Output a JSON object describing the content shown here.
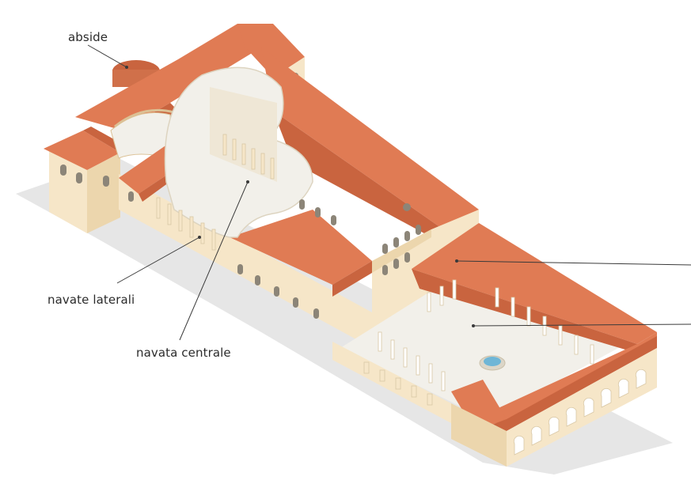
{
  "labels": {
    "apse": "abside",
    "side_aisles": "navate laterali",
    "central_nave": "navata centrale"
  },
  "colors": {
    "roof": "#e07b54",
    "roof_dark": "#c9643f",
    "roof_light": "#ea906a",
    "wall": "#f6e6c8",
    "wall_shade": "#ecd6ad",
    "wall_dark": "#dcc195",
    "interior_floor": "#f2f0ea",
    "ground_shadow": "#e3e3e3",
    "window": "#8c8578",
    "fountain": "#6fb6d6",
    "leader_line": "#3a3a3a"
  }
}
